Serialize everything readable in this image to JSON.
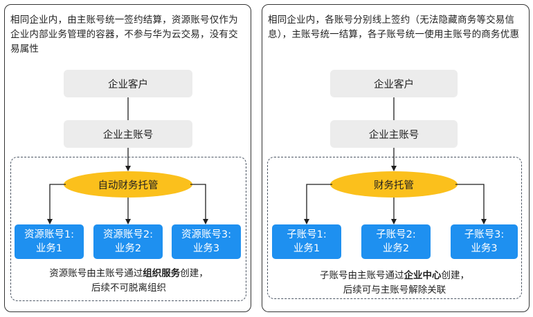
{
  "left": {
    "description": "相同企业内，由主账号统一签约结算，资源账号仅作为企业内部业务管理的容器，不参与华为云交易，没有交易属性",
    "customer_box": "企业客户",
    "main_account_box": "企业主账号",
    "hub_label": "自动财务托管",
    "accounts": [
      {
        "line1": "资源账号1:",
        "line2": "业务1"
      },
      {
        "line1": "资源账号2:",
        "line2": "业务2"
      },
      {
        "line1": "资源账号3:",
        "line2": "业务3"
      }
    ],
    "note": {
      "prefix": "资源账号由主账号通过",
      "bold": "组织服务",
      "suffix": "创建，",
      "line2": "后续不可脱离组织"
    }
  },
  "right": {
    "description": "相同企业内，各账号分别线上签约（无法隐藏商务等交易信息），主账号统一结算，各子账号统一使用主账号的商务优惠",
    "customer_box": "企业客户",
    "main_account_box": "企业主账号",
    "hub_label": "财务托管",
    "accounts": [
      {
        "line1": "子账号1:",
        "line2": "业务1"
      },
      {
        "line1": "子账号2:",
        "line2": "业务2"
      },
      {
        "line1": "子账号3:",
        "line2": "业务3"
      }
    ],
    "note": {
      "prefix": "子账号由主账号通过",
      "bold": "企业中心",
      "suffix": "创建，",
      "line2": "后续可与主账号解除关联"
    }
  },
  "colors": {
    "hub": "#fbc01c",
    "account_box": "#1e90f0",
    "gray_box": "#ececec",
    "line": "#1f1f1f"
  }
}
